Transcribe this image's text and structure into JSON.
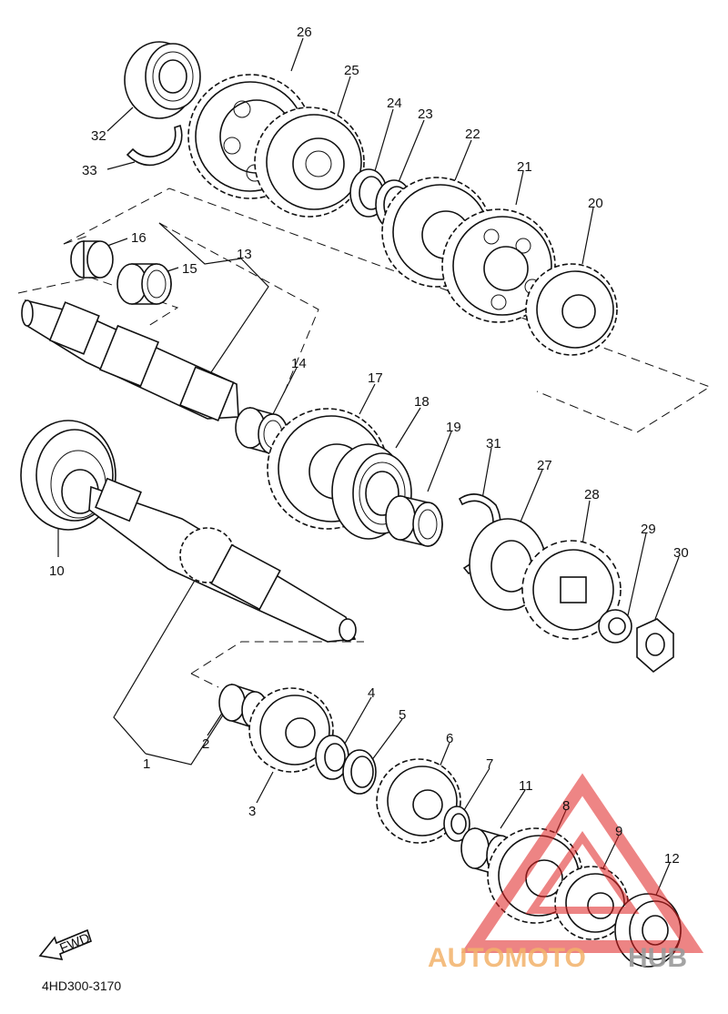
{
  "figure_code": "4HD300-3170",
  "direction_label": "FWD",
  "watermark": {
    "left": "AUTOMOTO",
    "right": "HUB",
    "left_color": "#f3b26a",
    "right_color": "#9a9a9a",
    "logo_color": "#e02020"
  },
  "parts": [
    {
      "id": "p1",
      "number": "1"
    },
    {
      "id": "p2",
      "number": "2"
    },
    {
      "id": "p3",
      "number": "3"
    },
    {
      "id": "p4",
      "number": "4"
    },
    {
      "id": "p5",
      "number": "5"
    },
    {
      "id": "p6",
      "number": "6"
    },
    {
      "id": "p7",
      "number": "7"
    },
    {
      "id": "p8",
      "number": "8"
    },
    {
      "id": "p9",
      "number": "9"
    },
    {
      "id": "p10",
      "number": "10"
    },
    {
      "id": "p11",
      "number": "11"
    },
    {
      "id": "p12",
      "number": "12"
    },
    {
      "id": "p13",
      "number": "13"
    },
    {
      "id": "p14",
      "number": "14"
    },
    {
      "id": "p15",
      "number": "15"
    },
    {
      "id": "p16",
      "number": "16"
    },
    {
      "id": "p17",
      "number": "17"
    },
    {
      "id": "p18",
      "number": "18"
    },
    {
      "id": "p19",
      "number": "19"
    },
    {
      "id": "p20",
      "number": "20"
    },
    {
      "id": "p21",
      "number": "21"
    },
    {
      "id": "p22",
      "number": "22"
    },
    {
      "id": "p23",
      "number": "23"
    },
    {
      "id": "p24",
      "number": "24"
    },
    {
      "id": "p25",
      "number": "25"
    },
    {
      "id": "p26",
      "number": "26"
    },
    {
      "id": "p27",
      "number": "27"
    },
    {
      "id": "p28",
      "number": "28"
    },
    {
      "id": "p29",
      "number": "29"
    },
    {
      "id": "p30",
      "number": "30"
    },
    {
      "id": "p31",
      "number": "31"
    },
    {
      "id": "p32",
      "number": "32"
    },
    {
      "id": "p33",
      "number": "33"
    }
  ]
}
